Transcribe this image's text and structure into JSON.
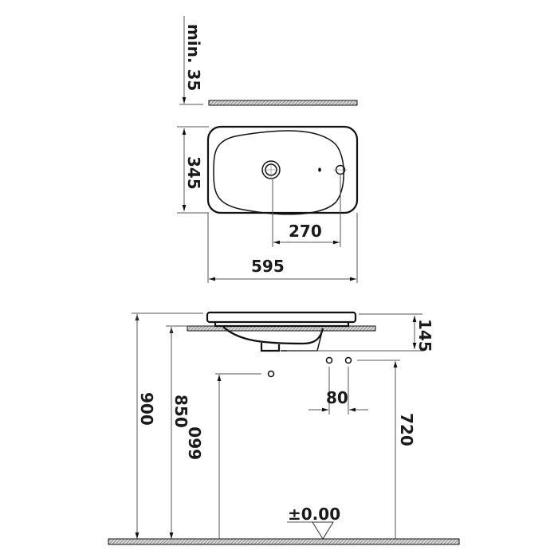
{
  "drawing": {
    "title": "Washbasin technical drawing",
    "colors": {
      "line": "#555555",
      "outline": "#111111",
      "hatch": "#888888",
      "background": "#ffffff"
    },
    "top_section": {
      "min_clearance_label": "min. 35"
    },
    "plan_view": {
      "depth_label": "345",
      "tap_offset_label": "270",
      "width_label": "595"
    },
    "elevation_view": {
      "basin_height_label": "145",
      "counter_height_label": "900",
      "worktop_height_label": "850",
      "drain_height_label": "660",
      "supply_height_label": "720",
      "supply_spacing_label": "80",
      "floor_level_label": "±0.00"
    }
  }
}
